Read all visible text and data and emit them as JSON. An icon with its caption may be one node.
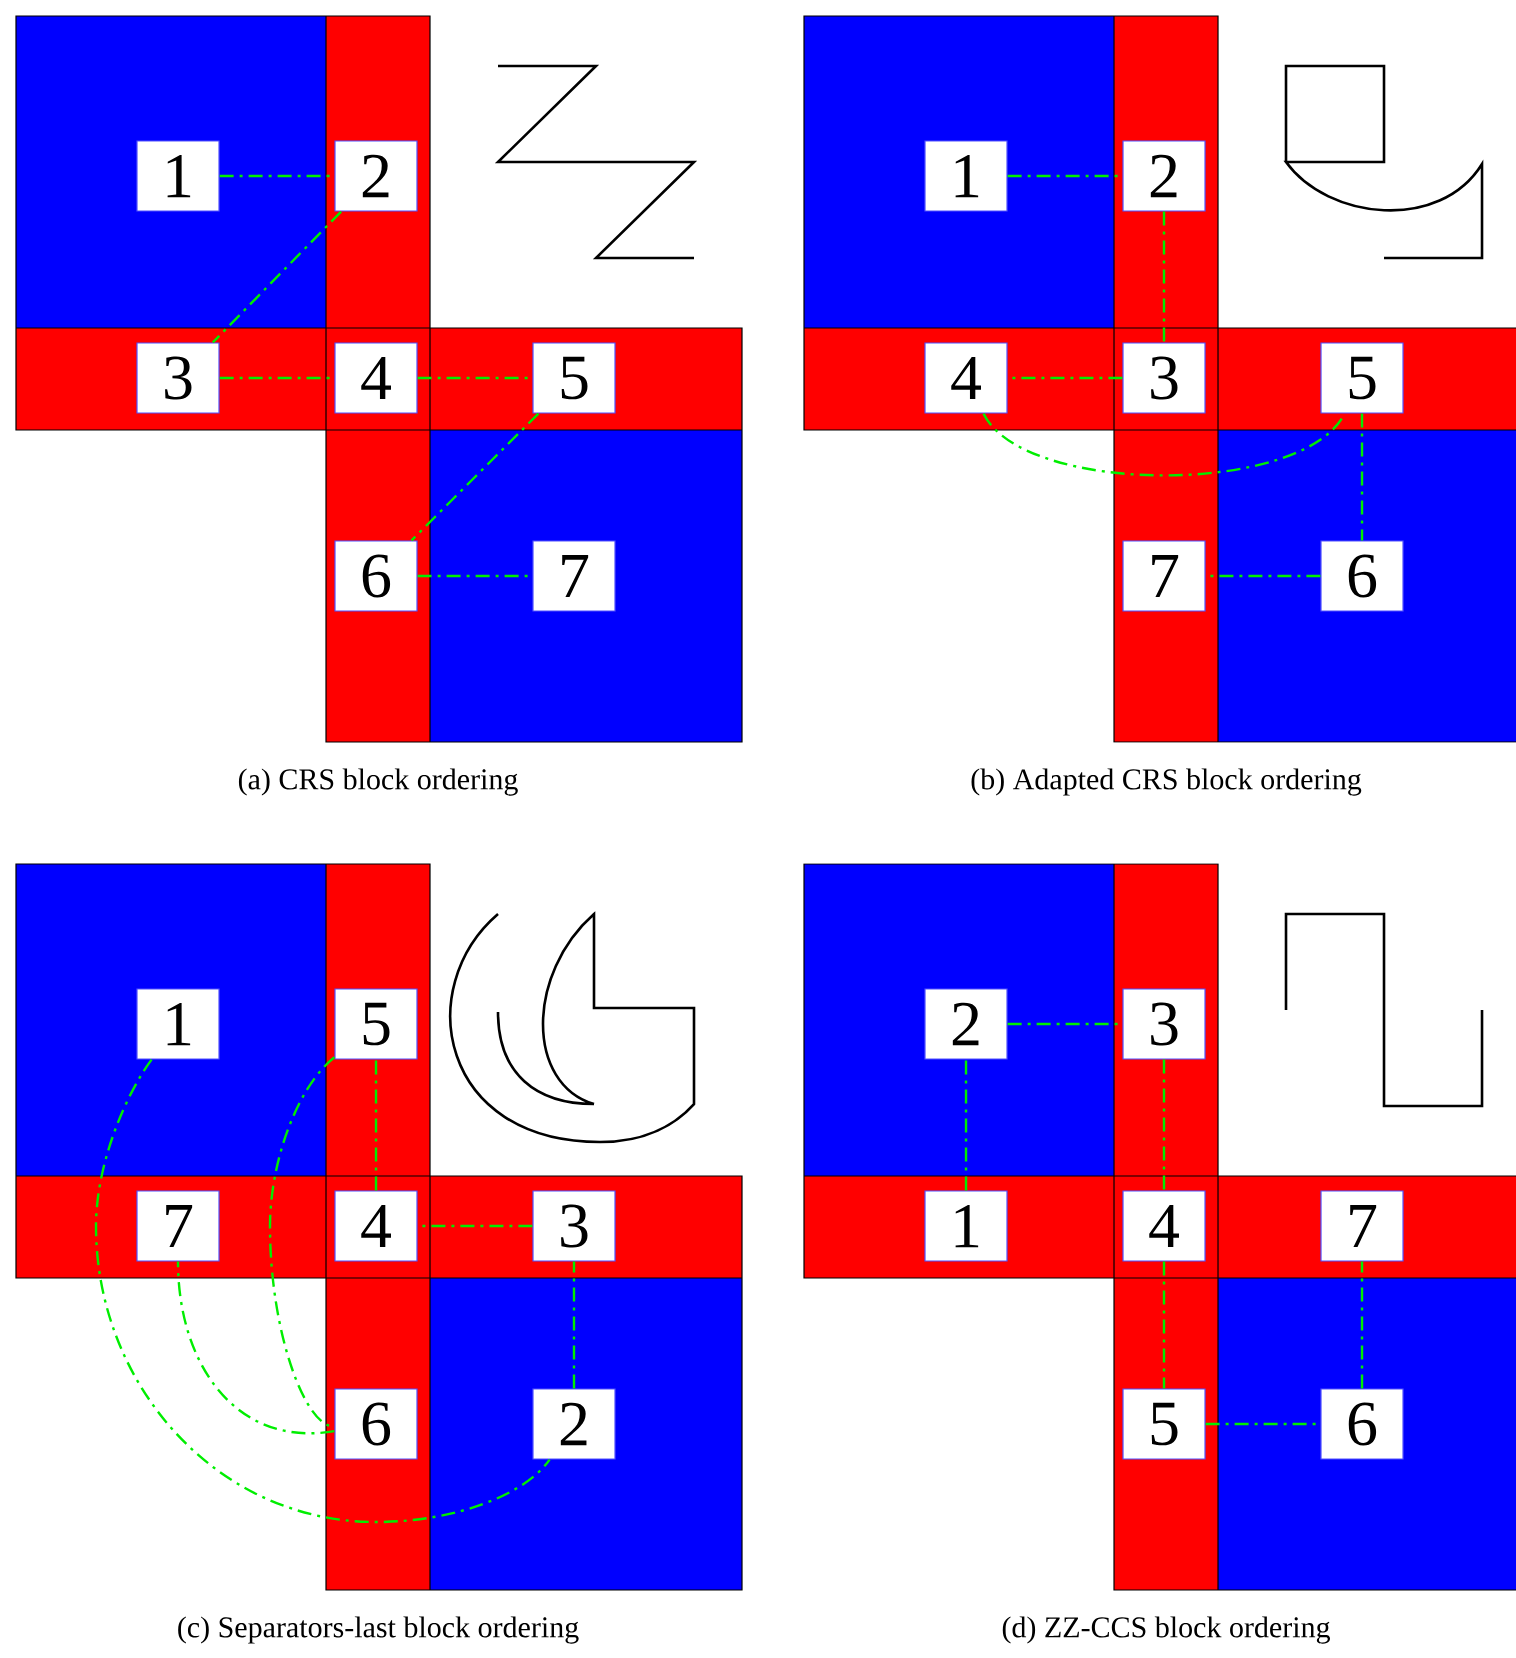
{
  "diagram": {
    "nodes": [
      {
        "text": [
          "1"
        ]
      },
      {
        "text": [
          "2"
        ]
      },
      {
        "text": [
          "3"
        ]
      },
      {
        "text": [
          "4"
        ]
      },
      {
        "text": [
          "5"
        ]
      },
      {
        "text": [
          "6"
        ]
      },
      {
        "text": [
          "7"
        ]
      },
      {
        "text": [
          "1"
        ]
      },
      {
        "text": [
          "2"
        ]
      },
      {
        "text": [
          "4"
        ]
      },
      {
        "text": [
          "3"
        ]
      },
      {
        "text": [
          "5"
        ]
      },
      {
        "text": [
          "7"
        ]
      },
      {
        "text": [
          "6"
        ]
      },
      {
        "text": [
          "1"
        ]
      },
      {
        "text": [
          "5"
        ]
      },
      {
        "text": [
          "7"
        ]
      },
      {
        "text": [
          "4"
        ]
      },
      {
        "text": [
          "3"
        ]
      },
      {
        "text": [
          "6"
        ]
      },
      {
        "text": [
          "2"
        ]
      },
      {
        "text": [
          "2"
        ]
      },
      {
        "text": [
          "3"
        ]
      },
      {
        "text": [
          "1"
        ]
      },
      {
        "text": [
          "4"
        ]
      },
      {
        "text": [
          "7"
        ]
      },
      {
        "text": [
          "5"
        ]
      },
      {
        "text": [
          "6"
        ]
      }
    ],
    "edges": [
      {
        "from": 0,
        "to": 1,
        "arrow": "none"
      },
      {
        "from": 1,
        "to": 2,
        "arrow": "none"
      },
      {
        "from": 2,
        "to": 3,
        "arrow": "none"
      },
      {
        "from": 3,
        "to": 4,
        "arrow": "none"
      },
      {
        "from": 4,
        "to": 5,
        "arrow": "none"
      },
      {
        "from": 5,
        "to": 6,
        "arrow": "none"
      },
      {
        "from": 7,
        "to": 8,
        "arrow": "none"
      },
      {
        "from": 8,
        "to": 10,
        "arrow": "none"
      },
      {
        "from": 10,
        "to": 9,
        "arrow": "none"
      },
      {
        "from": 9,
        "to": 11,
        "arrow": "none"
      },
      {
        "from": 11,
        "to": 13,
        "arrow": "none"
      },
      {
        "from": 13,
        "to": 12,
        "arrow": "none"
      },
      {
        "from": 14,
        "to": 20,
        "arrow": "none"
      },
      {
        "from": 20,
        "to": 18,
        "arrow": "none"
      },
      {
        "from": 18,
        "to": 17,
        "arrow": "none"
      },
      {
        "from": 17,
        "to": 15,
        "arrow": "none"
      },
      {
        "from": 15,
        "to": 19,
        "arrow": "none"
      },
      {
        "from": 19,
        "to": 16,
        "arrow": "none"
      },
      {
        "from": 23,
        "to": 21,
        "arrow": "none"
      },
      {
        "from": 21,
        "to": 22,
        "arrow": "none"
      },
      {
        "from": 22,
        "to": 24,
        "arrow": "none"
      },
      {
        "from": 24,
        "to": 26,
        "arrow": "none"
      },
      {
        "from": 26,
        "to": 27,
        "arrow": "none"
      },
      {
        "from": 27,
        "to": 25,
        "arrow": "none"
      }
    ],
    "labels": [
      "(a) CRS block ordering",
      "(b) Adapted CRS block ordering",
      "(c) Separators-last block ordering",
      "(d) ZZ-CCS block ordering"
    ]
  }
}
